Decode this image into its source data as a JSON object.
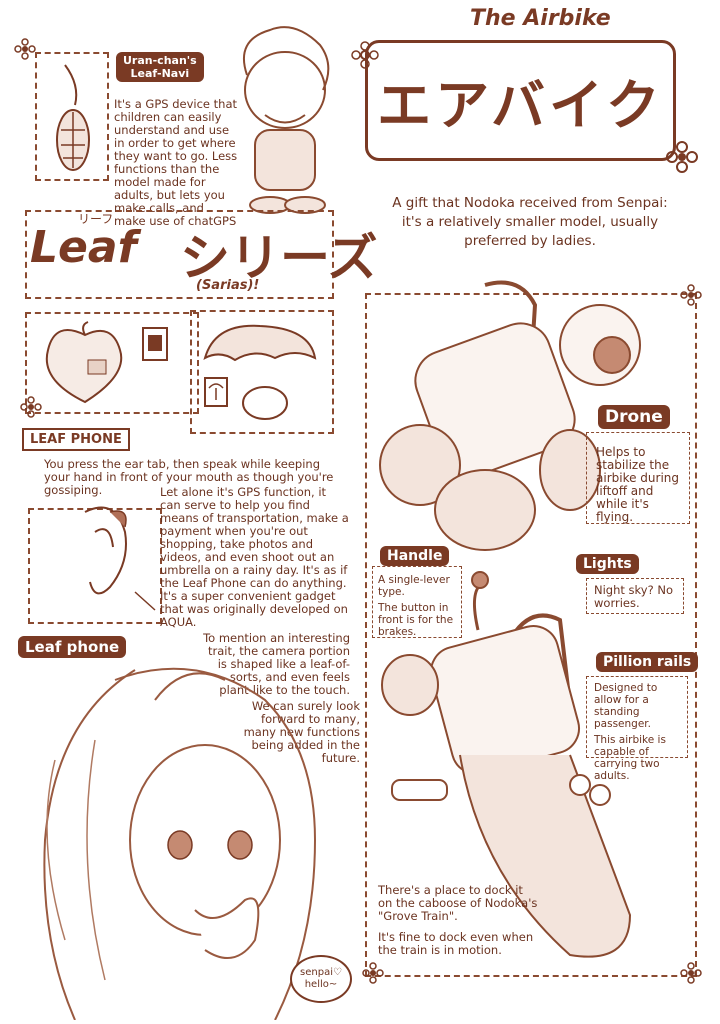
{
  "airbike": {
    "title": "The Airbike",
    "title_jp": "エアバイク",
    "gift_line1": "A gift that Nodoka received from Senpai:",
    "gift_line2": "it's a relatively smaller model, usually",
    "gift_line3": "preferred by ladies."
  },
  "navi": {
    "label_line1": "Uran-chan's",
    "label_line2": "Leaf-Navi",
    "text": "It's a GPS device that children can easily understand and use in order to get where they want to go. Less functions than the model made for adults, but lets you make calls, and make use of chatGPS"
  },
  "series": {
    "kana": "リーフ",
    "title": "Leaf",
    "title_jp": "シリーズ",
    "subtitle": "(Sarias)!"
  },
  "leafphone": {
    "box_label": "LEAF PHONE",
    "intro": "You press the ear tab, then speak while keeping your hand in front of your mouth as though you're gossiping.",
    "desc": "Let alone it's GPS function, it can serve to help you find means of transportation, make a payment when you're out shopping, take photos and videos, and even shoot out an umbrella on a rainy day. It's as if the Leaf Phone can do anything. It's a super convenient gadget that was originally developed on AQUA.",
    "camera": "To mention an interesting trait, the camera portion is shaped like a leaf-of-sorts, and even feels plant-like to the touch.",
    "future": "We can surely look forward to many, many new functions being added in the future.",
    "banner": "Leaf phone",
    "bubble": "senpai♡ hello~"
  },
  "parts": {
    "drone_label": "Drone",
    "drone_text": "Helps to stabilize the airbike during liftoff and while it's flying.",
    "handle_label": "Handle",
    "handle_text1": "A single-lever type.",
    "handle_text2": "The button in front is for the brakes.",
    "lights_label": "Lights",
    "lights_text": "Night sky? No worries.",
    "pillion_label": "Pillion rails",
    "pillion_text1": "Designed to allow for a standing passenger.",
    "pillion_text2": "This airbike is capable of carrying two adults.",
    "dock_text1": "There's a place to dock it on the caboose of Nodoka's \"Grove Train\".",
    "dock_text2": "It's fine to dock even when the train is in motion."
  },
  "colors": {
    "ink": "#7a3a24",
    "paper": "#ffffff"
  }
}
